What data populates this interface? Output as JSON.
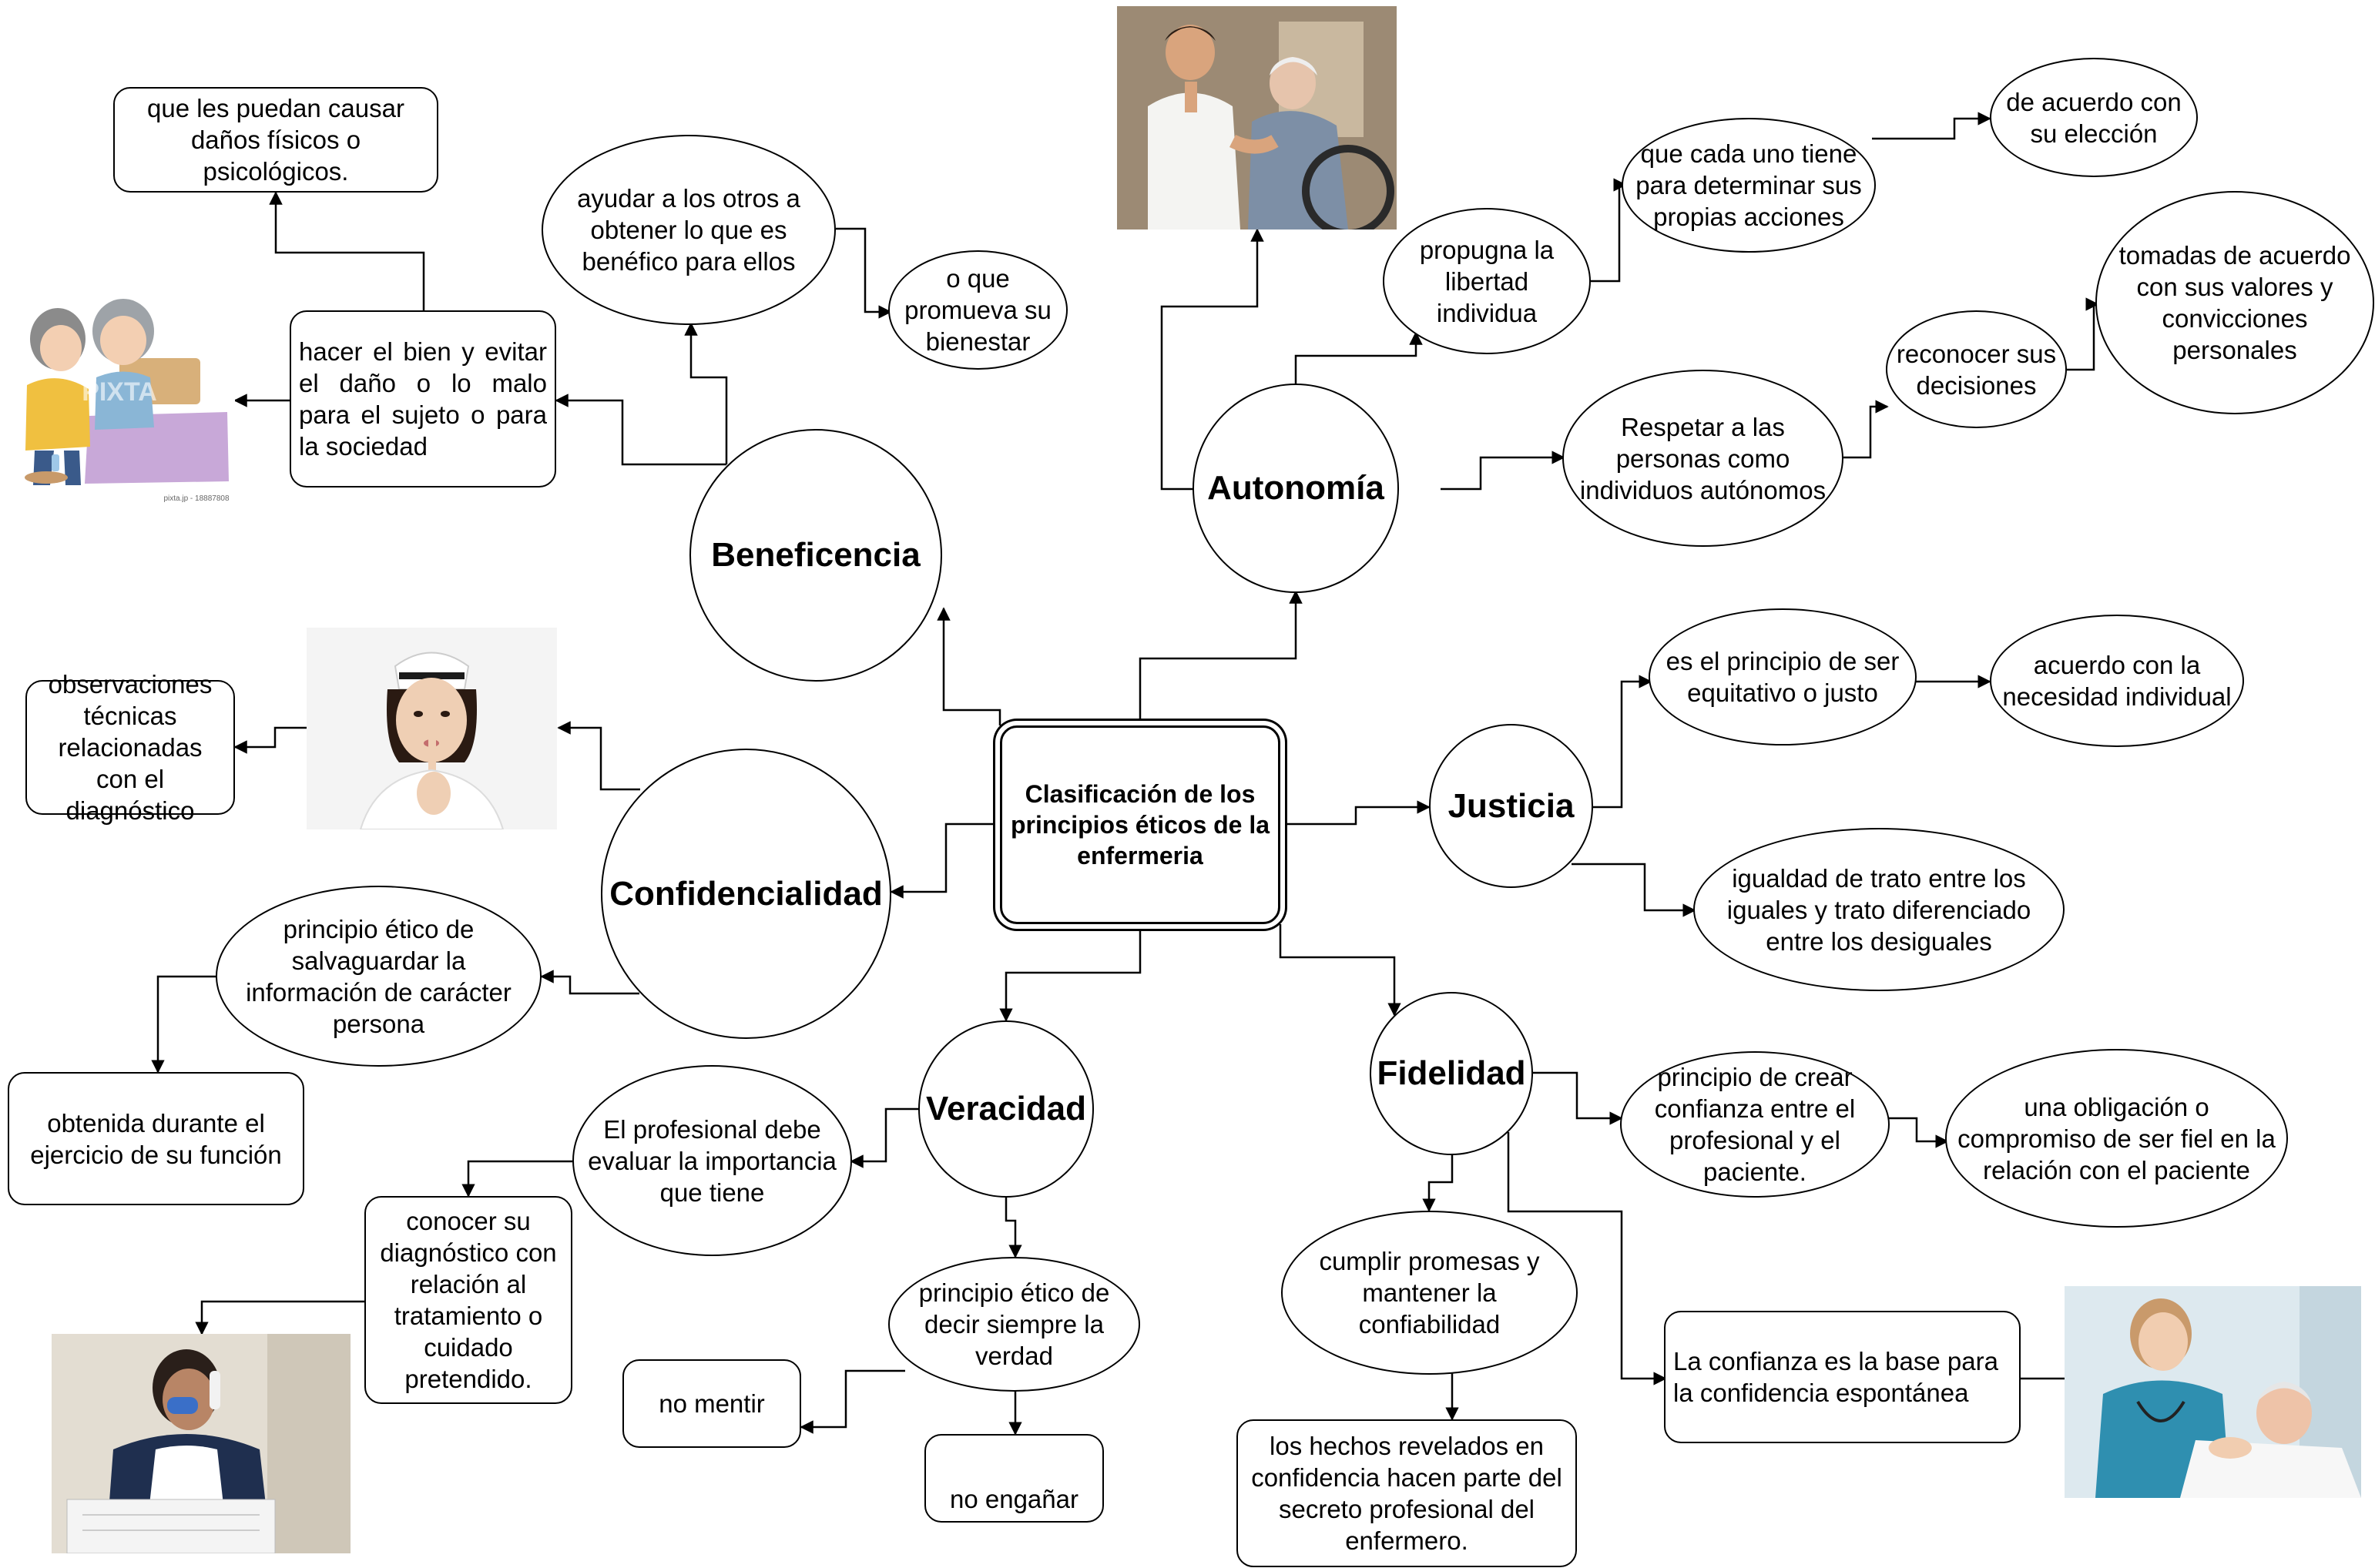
{
  "center": "Clasificación de los principios éticos de la enfermeria",
  "principles": {
    "autonomia": "Autonomía",
    "beneficencia": "Beneficencia",
    "confidencialidad": "Confidencialidad",
    "justicia": "Justicia",
    "veracidad": "Veracidad",
    "fidelidad": "Fidelidad"
  },
  "autonomia": {
    "propugna": "propugna la libertad individua",
    "cada_uno": "que cada uno tiene para determinar sus propias acciones",
    "eleccion": "de acuerdo con su elección",
    "respetar": "Respetar a las personas como individuos autónomos",
    "reconocer": "reconocer sus decisiones",
    "tomadas": "tomadas de acuerdo con sus valores y convicciones personales"
  },
  "beneficencia": {
    "hacer_bien": "hacer el bien y evitar el daño o lo malo para el sujeto o para la sociedad",
    "causar": "que les puedan causar daños físicos o psicológicos.",
    "ayudar": "ayudar a los otros a obtener lo que es benéfico para ellos",
    "promueva": "o que promueva su bienestar",
    "pixta_watermark": "PIXTA",
    "pixta_caption": "pixta.jp - 18887808"
  },
  "confidencialidad": {
    "observaciones": "observaciones técnicas relacionadas con el diagnóstico",
    "principio": "principio ético de salvaguardar la información de carácter persona",
    "obtenida": "obtenida durante el ejercicio de su función"
  },
  "justicia": {
    "equitativo": "es el principio de ser equitativo o justo",
    "acuerdo": "acuerdo con la necesidad individual",
    "igualdad": "igualdad de trato entre los iguales y trato diferenciado entre los desiguales"
  },
  "veracidad": {
    "evaluar": "El profesional debe evaluar la importancia que tiene",
    "conocer": "conocer su diagnóstico con relación al tratamiento o cuidado pretendido.",
    "principio": "principio ético de decir siempre la verdad",
    "no_mentir": "no mentir",
    "no_enganar": "no engañar"
  },
  "fidelidad": {
    "crear": "principio de crear confianza entre el profesional y el paciente.",
    "obligacion": "una obligación o compromiso de ser fiel en la relación con el paciente",
    "cumplir": "cumplir promesas y mantener la confiabilidad",
    "hechos": "los hechos revelados en confidencia hacen parte del secreto profesional del enfermero.",
    "confianza": "La confianza es la base para la confidencia espontánea"
  },
  "colors": {
    "line": "#000000",
    "node_fill": "#ffffff",
    "bed_purple": "#c8a8d8",
    "uniform_teal": "#2f8fb0"
  }
}
